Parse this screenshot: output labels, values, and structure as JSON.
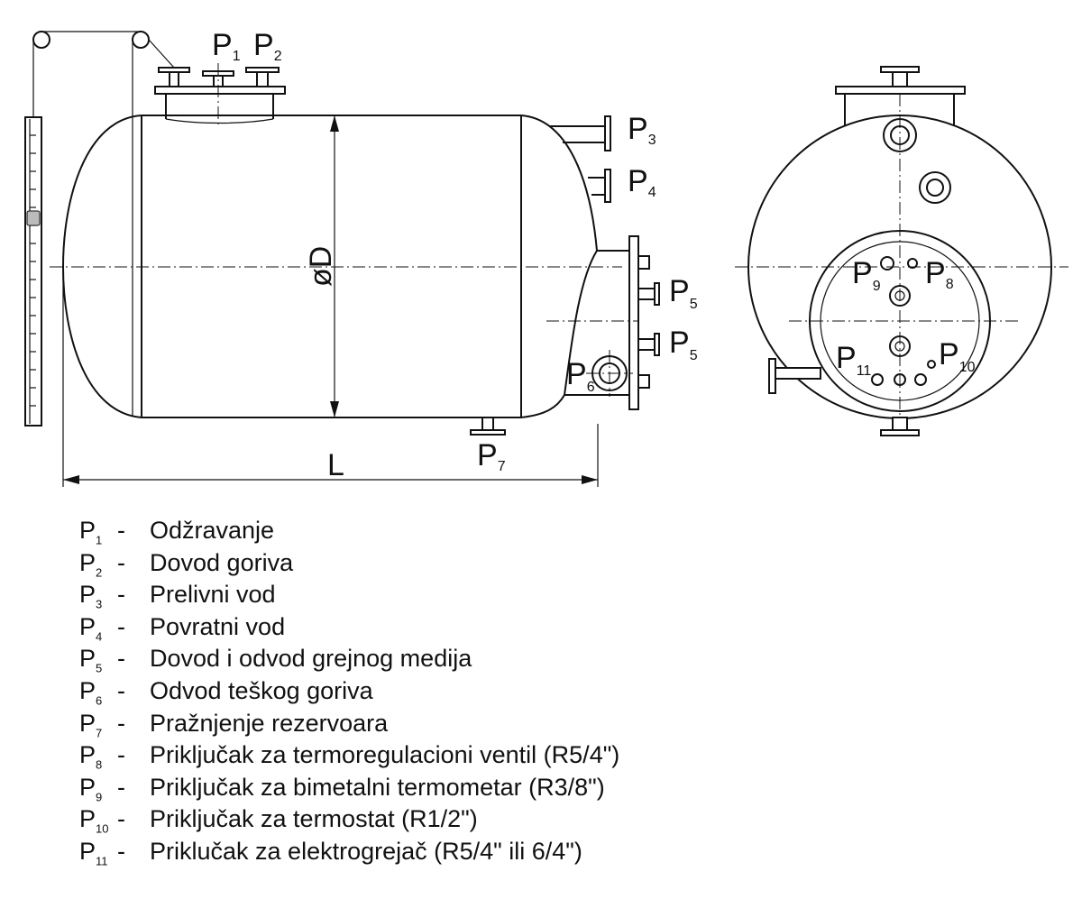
{
  "labels": {
    "p1": {
      "letter": "P",
      "sub": "1"
    },
    "p2": {
      "letter": "P",
      "sub": "2"
    },
    "p3": {
      "letter": "P",
      "sub": "3"
    },
    "p4": {
      "letter": "P",
      "sub": "4"
    },
    "p5a": {
      "letter": "P",
      "sub": "5"
    },
    "p5b": {
      "letter": "P",
      "sub": "5"
    },
    "p6": {
      "letter": "P",
      "sub": "6"
    },
    "p7": {
      "letter": "P",
      "sub": "7"
    },
    "p8": {
      "letter": "P",
      "sub": "8"
    },
    "p9": {
      "letter": "P",
      "sub": "9"
    },
    "p10": {
      "letter": "P",
      "sub": "10"
    },
    "p11": {
      "letter": "P",
      "sub": "11"
    }
  },
  "dimensions": {
    "diameter": "øD",
    "length": "L"
  },
  "legend": [
    {
      "letter": "P",
      "sub": "1",
      "dash": "-",
      "text": "Odžravanje"
    },
    {
      "letter": "P",
      "sub": "2",
      "dash": "-",
      "text": "Dovod goriva"
    },
    {
      "letter": "P",
      "sub": "3",
      "dash": "-",
      "text": "Prelivni vod"
    },
    {
      "letter": "P",
      "sub": "4",
      "dash": "-",
      "text": "Povratni vod"
    },
    {
      "letter": "P",
      "sub": "5",
      "dash": "-",
      "text": "Dovod i odvod grejnog medija"
    },
    {
      "letter": "P",
      "sub": "6",
      "dash": "-",
      "text": "Odvod teškog goriva"
    },
    {
      "letter": "P",
      "sub": "7",
      "dash": "-",
      "text": "Pražnjenje rezervoara"
    },
    {
      "letter": "P",
      "sub": "8",
      "dash": "-",
      "text": "Priključak za termoregulacioni  ventil  (R5/4\")"
    },
    {
      "letter": "P",
      "sub": "9",
      "dash": "-",
      "text": "Priključak za bimetalni termometar  (R3/8\")"
    },
    {
      "letter": "P",
      "sub": "10",
      "dash": "-",
      "text": "Priključak za termostat  (R1/2\")"
    },
    {
      "letter": "P",
      "sub": "11",
      "dash": "-",
      "text": "Prikl​učak za elektrogrejač  (R5/4\" ili 6/4\")"
    }
  ]
}
